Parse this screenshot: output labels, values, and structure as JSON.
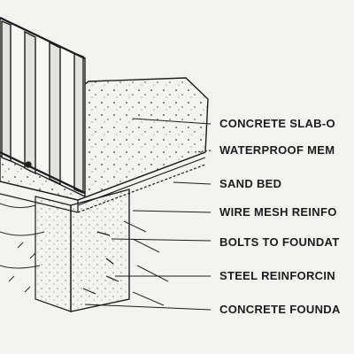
{
  "labels": [
    "CONCRETE SLAB-O",
    "WATERPROOF MEM",
    "SAND BED",
    "WIRE MESH REINFO",
    "BOLTS TO FOUNDAT",
    "STEEL REINFORCIN",
    "CONCRETE FOUNDA"
  ],
  "colors": {
    "ink": "#1c1c1c",
    "paper": "#f3f3f1"
  },
  "icons": [
    "steel-stud-frame-icon",
    "anchor-bolt-icon",
    "rebar-icon"
  ]
}
